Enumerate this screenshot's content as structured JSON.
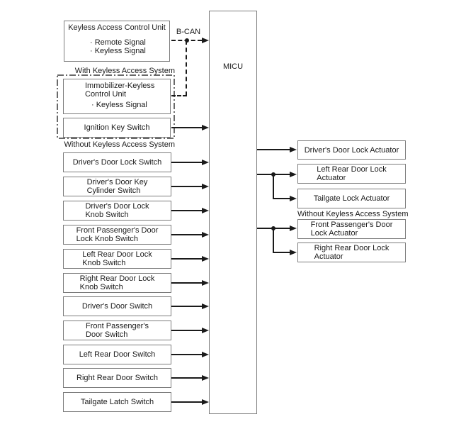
{
  "colors": {
    "box_border": "#7c7c7c",
    "connector": "#1a1a1a",
    "text": "#1a1a1a",
    "background": "#ffffff"
  },
  "micu": {
    "label": "MICU"
  },
  "bus": {
    "label": "B-CAN"
  },
  "keyless_unit": {
    "title": "Keyless Access Control Unit",
    "signals": [
      "· Remote Signal",
      "· Keyless Signal"
    ]
  },
  "immobilizer_unit": {
    "title": "Immobilizer-Keyless\nControl Unit",
    "signal": "· Keyless Signal"
  },
  "ignition_switch": {
    "label": "Ignition Key Switch"
  },
  "labels": {
    "with_keyless": "With Keyless Access System",
    "without_keyless_left": "Without Keyless Access System",
    "without_keyless_right": "Without Keyless Access System"
  },
  "left_switches": [
    "Driver's Door Lock Switch",
    "Driver's Door Key\nCylinder Switch",
    "Driver's Door Lock\nKnob Switch",
    "Front Passenger's Door\nLock Knob Switch",
    "Left Rear Door Lock\nKnob Switch",
    "Right Rear Door Lock\nKnob Switch",
    "Driver's Door Switch",
    "Front Passenger's\nDoor Switch",
    "Left Rear Door Switch",
    "Right Rear Door Switch",
    "Tailgate Latch Switch"
  ],
  "right_actuators": [
    "Driver's Door Lock Actuator",
    "Left Rear Door Lock\nActuator",
    "Tailgate Lock Actuator",
    "Front Passenger's Door\nLock Actuator",
    "Right Rear Door Lock\nActuator"
  ]
}
